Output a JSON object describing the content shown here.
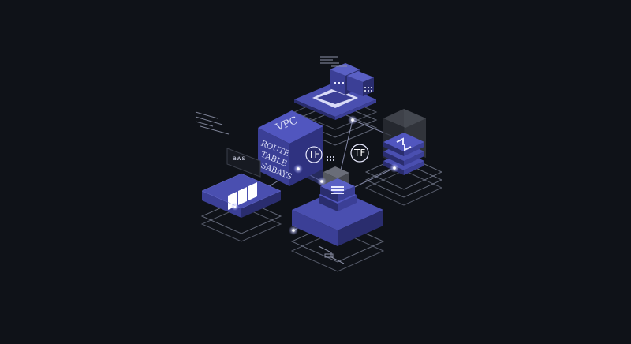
{
  "labels": {
    "vpc": "VPC",
    "route": "ROUTE",
    "table": "TABLE",
    "gateways": "SABAYS",
    "tf_badge_left": "TF",
    "tf_badge_right": "TF",
    "aws_tag": "aws"
  },
  "colors": {
    "background": "#0f1218",
    "indigo": "#3b3f96",
    "indigo_light": "#4a4fb0",
    "indigo_dark": "#2a2d6e",
    "outline": "#9aa0b8",
    "glow": "#e9eaff",
    "grey_block": "#3a3d45"
  }
}
